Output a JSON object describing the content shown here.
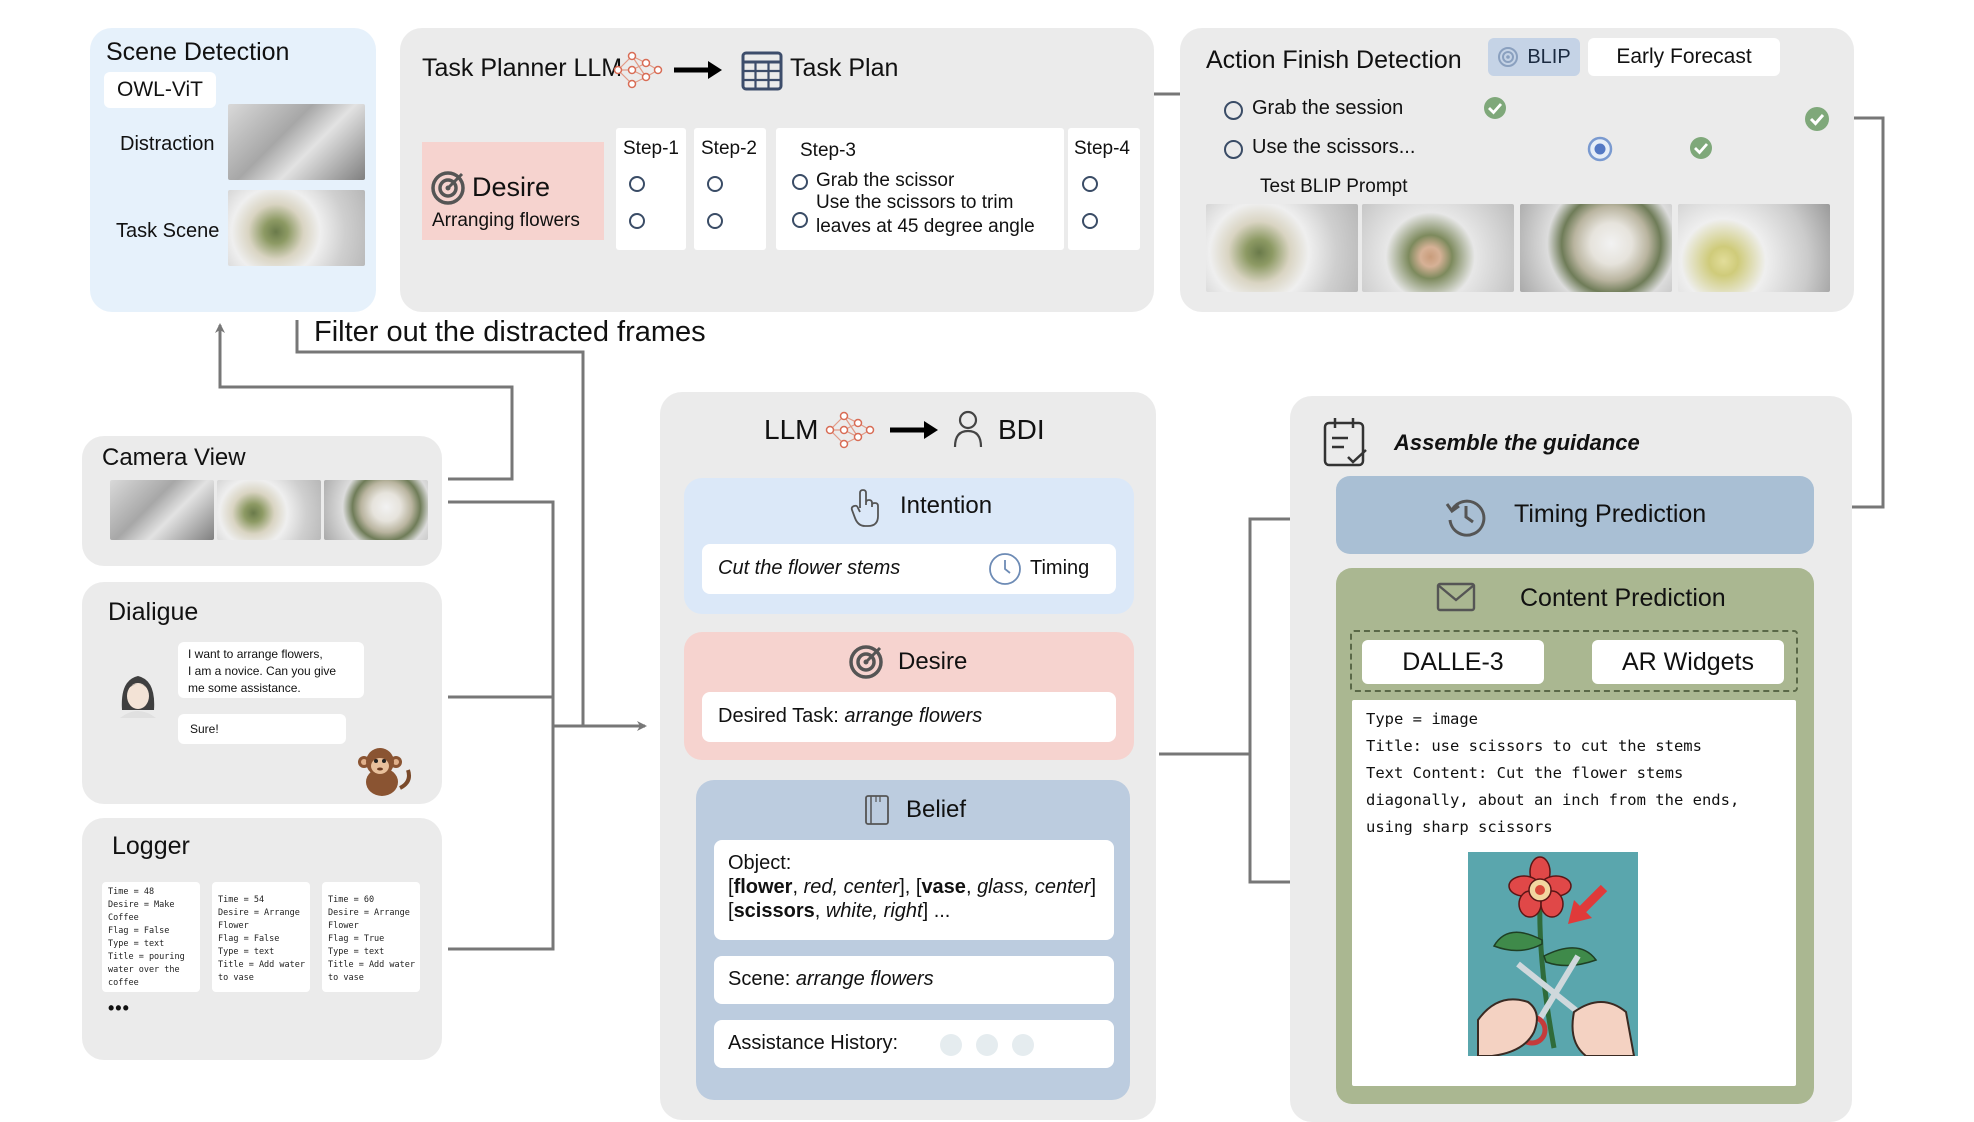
{
  "scene_detection": {
    "title": "Scene Detection",
    "model": "OWL-ViT",
    "distraction_label": "Distraction",
    "task_scene_label": "Task Scene"
  },
  "task_planner": {
    "title": "Task Planner LLM",
    "plan_label": "Task Plan",
    "desire_label": "Desire",
    "desire_value": "Arranging flowers",
    "steps": [
      {
        "label": "Step-1"
      },
      {
        "label": "Step-2"
      },
      {
        "label": "Step-3",
        "line1": "Grab the scissor",
        "line2": "Use the scissors to trim",
        "line3": "leaves at 45 degree angle"
      },
      {
        "label": "Step-4"
      }
    ]
  },
  "action_finish": {
    "title": "Action Finish Detection",
    "blip_label": "BLIP",
    "forecast_label": "Early Forecast",
    "item1": "Grab the session",
    "item2": "Use the scissors...",
    "prompt_label": "Test BLIP Prompt"
  },
  "filter_label": "Filter out the distracted frames",
  "camera_view": {
    "title": "Camera View"
  },
  "dialogue": {
    "title": "Dialigue",
    "user_msg_1": "I want to arrange flowers,",
    "user_msg_2": "I am a novice. Can you give",
    "user_msg_3": "me some assistance.",
    "reply": "Sure!"
  },
  "logger": {
    "title": "Logger",
    "entries": [
      "Time = 48\nDesire = Make\nCoffee\nFlag = False\nType = text\nTitle = pouring\nwater over the\ncoffee",
      "Time = 54\nDesire = Arrange\nFlower\nFlag = False\nType = text\nTitle = Add water\nto vase",
      "Time = 60\nDesire = Arrange\nFlower\nFlag = True\nType = text\nTitle = Add water\nto vase"
    ],
    "ellipsis": "•••"
  },
  "bdi": {
    "llm_label": "LLM",
    "bdi_label": "BDI",
    "intention_title": "Intention",
    "intention_value": "Cut the flower stems",
    "timing_label": "Timing",
    "desire_title": "Desire",
    "desired_task_prefix": "Desired Task: ",
    "desired_task_value": "arrange flowers",
    "belief_title": "Belief",
    "object_label": "Object:",
    "object_line1": [
      {
        "t": "[",
        "s": "n"
      },
      {
        "t": "flower",
        "s": "b"
      },
      {
        "t": ", ",
        "s": "n"
      },
      {
        "t": "red, center",
        "s": "i"
      },
      {
        "t": "], [",
        "s": "n"
      },
      {
        "t": "vase",
        "s": "b"
      },
      {
        "t": ", ",
        "s": "n"
      },
      {
        "t": "glass, center",
        "s": "i"
      },
      {
        "t": "]",
        "s": "n"
      }
    ],
    "object_line2": [
      {
        "t": "[",
        "s": "n"
      },
      {
        "t": "scissors",
        "s": "b"
      },
      {
        "t": ", ",
        "s": "n"
      },
      {
        "t": "white, right",
        "s": "i"
      },
      {
        "t": "] ...",
        "s": "n"
      }
    ],
    "scene_prefix": "Scene: ",
    "scene_value": "arrange flowers",
    "history_label": "Assistance History:"
  },
  "guidance": {
    "title": "Assemble the guidance",
    "timing_prediction": "Timing Prediction",
    "content_prediction": "Content Prediction",
    "dalle_label": "DALLE-3",
    "ar_label": "AR Widgets",
    "content_lines": [
      "Type = image",
      "Title: use scissors to cut the stems",
      "Text Content: Cut the flower stems",
      "diagonally, about an inch from the ends,",
      "using sharp scissors"
    ]
  },
  "colors": {
    "panel_grey": "#ebebeb",
    "scene_blue": "#e6f1fb",
    "desire_pink": "#f6d3cf",
    "intention_blue": "#dbe8f8",
    "belief_blue": "#bcccdf",
    "timing_blue": "#a9bfd4",
    "content_green": "#aab791",
    "check_green": "#7fa87a",
    "arrow_grey": "#777777"
  }
}
